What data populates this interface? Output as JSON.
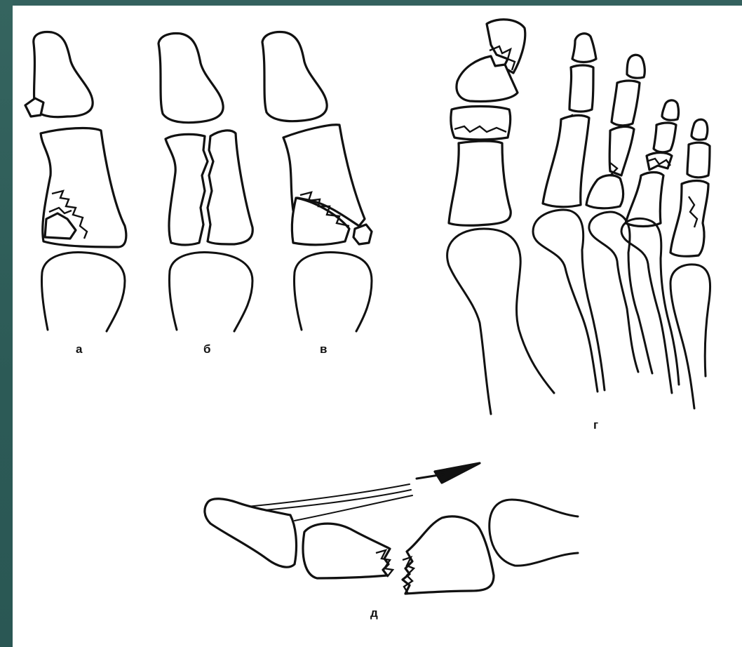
{
  "labels": {
    "a": "а",
    "b": "б",
    "v": "в",
    "g": "г",
    "d": "д"
  },
  "colors": {
    "frame": "#2f5f5c",
    "background": "#ffffff",
    "ink": "#111111"
  }
}
